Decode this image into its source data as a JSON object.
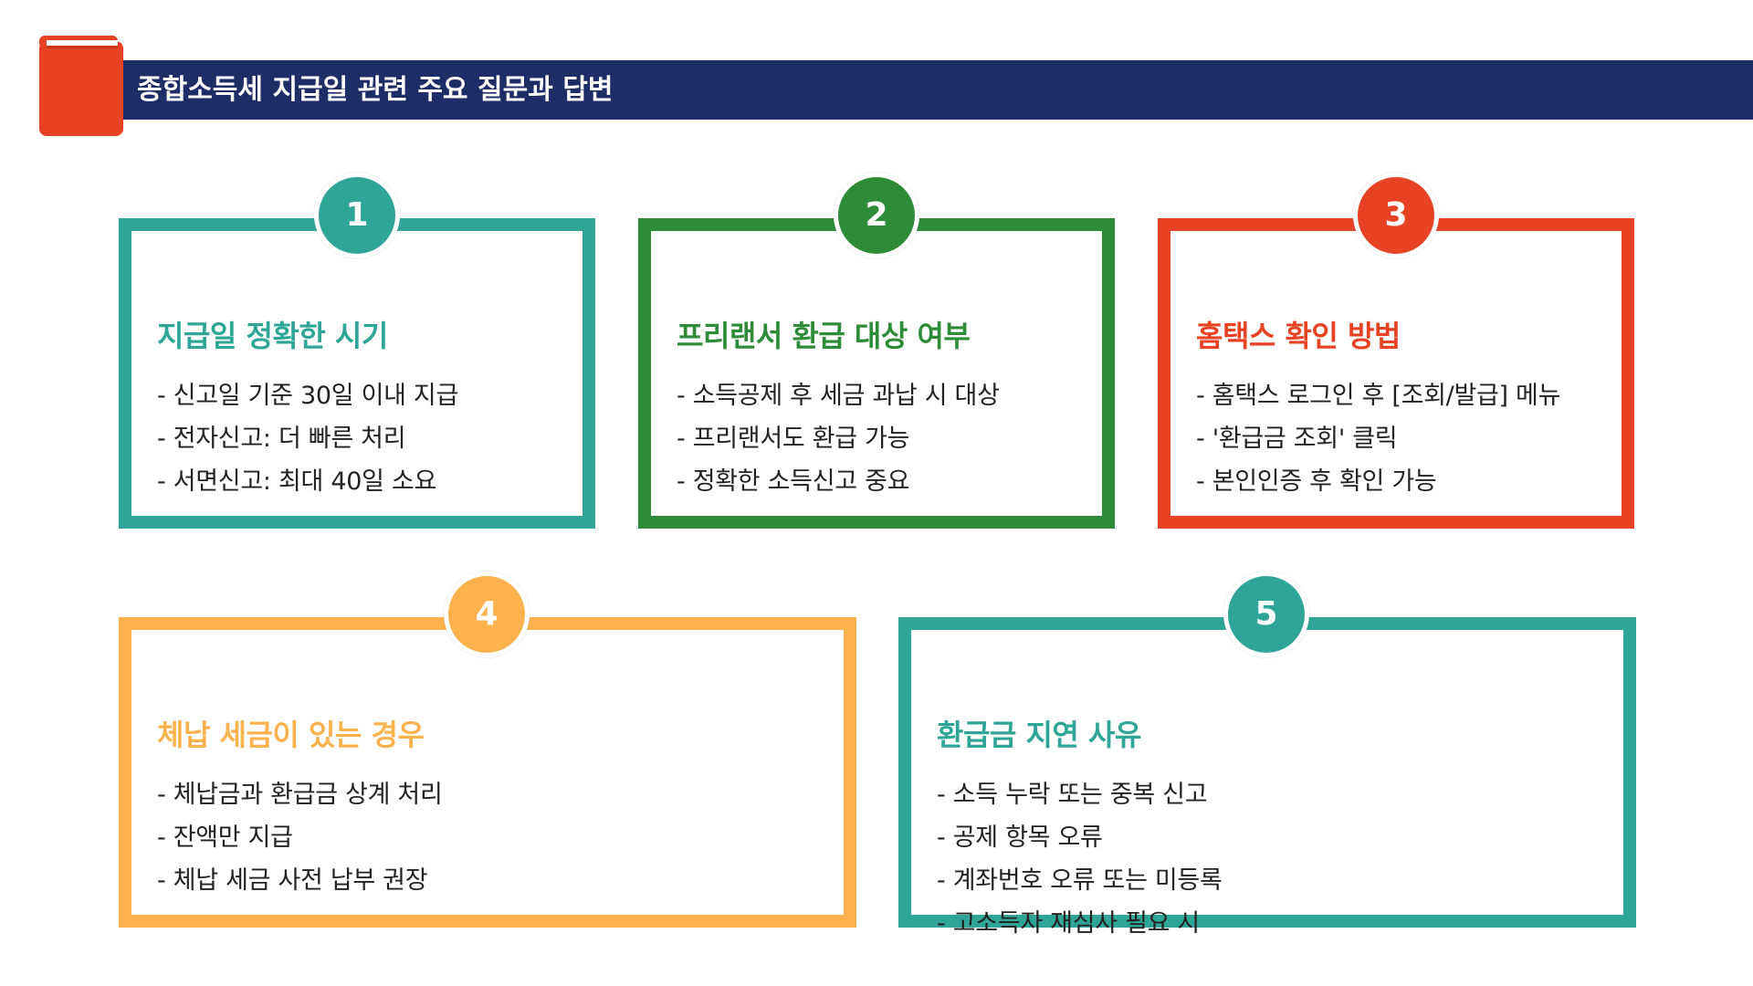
{
  "header": {
    "title": "종합소득세 지급일 관련 주요 질문과 답변"
  },
  "colors": {
    "navy": "#1f2d67",
    "teal": "#2fa597",
    "green": "#2e8b38",
    "red": "#e64223",
    "orange": "#fdb24d"
  },
  "cards": [
    {
      "number": "1",
      "title": "지급일 정확한 시기",
      "items": [
        "- 신고일 기준 30일 이내 지급",
        "- 전자신고: 더 빠른 처리",
        "- 서면신고: 최대 40일 소요"
      ]
    },
    {
      "number": "2",
      "title": "프리랜서 환급 대상 여부",
      "items": [
        "- 소득공제 후 세금 과납 시 대상",
        "- 프리랜서도 환급 가능",
        "- 정확한 소득신고 중요"
      ]
    },
    {
      "number": "3",
      "title": "홈택스 확인 방법",
      "items": [
        "- 홈택스 로그인 후 [조회/발급] 메뉴",
        "- '환급금 조회' 클릭",
        "- 본인인증 후 확인 가능"
      ]
    },
    {
      "number": "4",
      "title": "체납 세금이 있는 경우",
      "items": [
        "- 체납금과 환급금 상계 처리",
        "- 잔액만 지급",
        "- 체납 세금 사전 납부 권장"
      ]
    },
    {
      "number": "5",
      "title": "환급금 지연 사유",
      "items": [
        "- 소득 누락 또는 중복 신고",
        "- 공제 항목 오류",
        "- 계좌번호 오류 또는 미등록",
        "- 고소득자 재심사 필요 시"
      ]
    }
  ]
}
